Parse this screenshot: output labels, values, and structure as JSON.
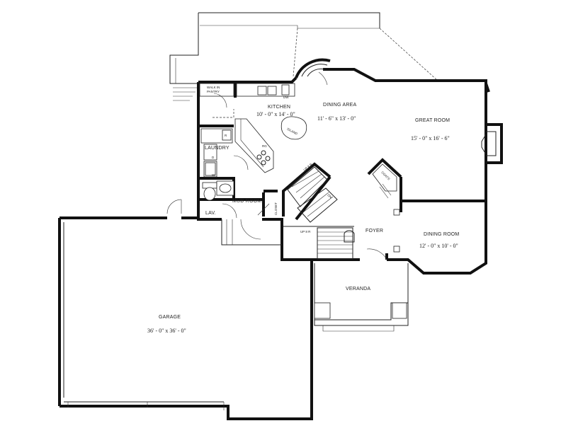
{
  "rooms": {
    "walk_in_pantry": {
      "label_line1": "WALK IN",
      "label_line2": "PANTRY"
    },
    "kitchen": {
      "label": "KITCHEN",
      "dims": "10' - 0\" x 14' - 0\""
    },
    "dining_area": {
      "label": "DINING AREA",
      "dims": "11' - 6\" x 13' - 0\""
    },
    "great_room": {
      "label": "GREAT ROOM",
      "dims": "15' - 0\" x 16' - 6\""
    },
    "laundry": {
      "label": "LAUNDRY"
    },
    "mud_room": {
      "label": "MUD ROOM"
    },
    "lav": {
      "label": "LAV."
    },
    "foyer": {
      "label": "FOYER"
    },
    "dining_room": {
      "label": "DINING ROOM",
      "dims": "12' - 0\" x 10' - 0\""
    },
    "veranda": {
      "label": "VERANDA"
    },
    "garage": {
      "label": "GARAGE",
      "dims": "36' - 0\" x 36' - 0\""
    }
  },
  "fixtures": {
    "island": "ISLAND",
    "closet": "CLOSET",
    "coats": "COATS",
    "up_stair_1": "UP 8 R",
    "up_stair_2": "UP 8 R",
    "dn": "DN",
    "dw": "DW",
    "rg": "RG",
    "washer": "W",
    "dryer": "D",
    "refrigerator": "R"
  }
}
